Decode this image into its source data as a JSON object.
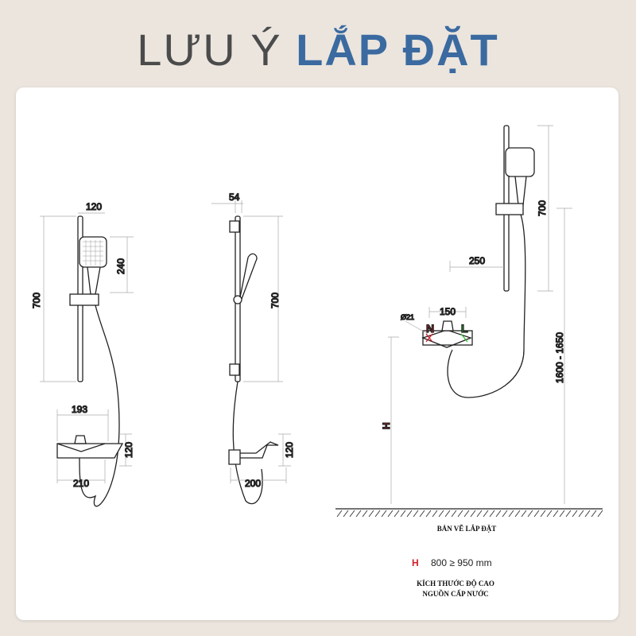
{
  "title": {
    "part1": "LƯU Ý",
    "part2": "LẮP ĐẶT"
  },
  "colors": {
    "title_gray": "#4b4b4b",
    "title_blue": "#3b6aa0",
    "hot": "#d0202a",
    "cold": "#2cc02c"
  },
  "front_view": {
    "width_top": "120",
    "head_height": "240",
    "rail_height": "700",
    "mixer_top": "193",
    "mixer_height": "120",
    "mixer_width": "210"
  },
  "side_view": {
    "depth": "54",
    "rail_height": "700",
    "mixer_height": "120",
    "mixer_width": "200"
  },
  "install_view": {
    "rail_height": "700",
    "offset": "250",
    "pipe_diameter": "Ø21",
    "inlet_spacing": "150",
    "hot_label": "N",
    "cold_label": "L",
    "install_height": "1600 - 1650",
    "h_label": "H"
  },
  "notes": {
    "drawing_title": "BẢN VẼ LẮP ĐẶT",
    "h_key": "H",
    "h_value": "800 ≥ 950 mm",
    "caption_line1": "KÍCH THƯỚC ĐỘ CAO",
    "caption_line2": "NGUỒN CẤP NƯỚC"
  }
}
